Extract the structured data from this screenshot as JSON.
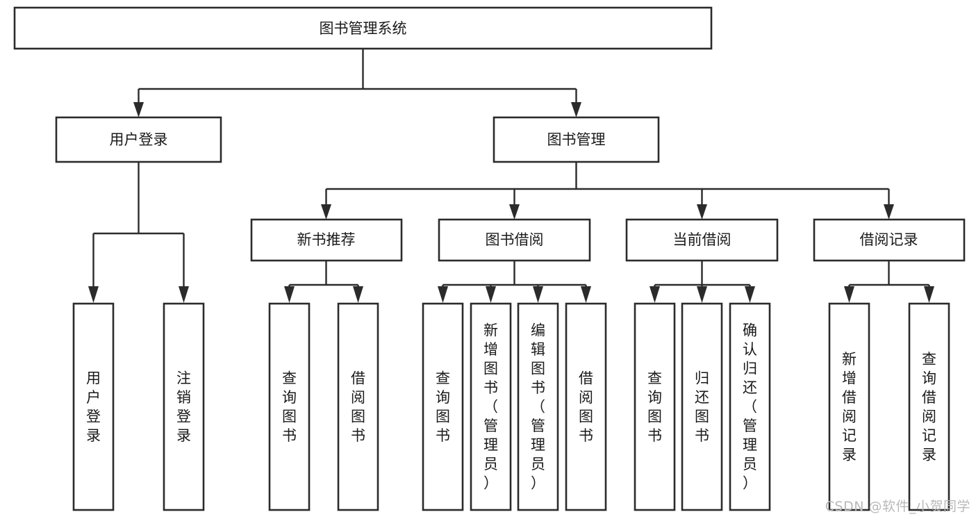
{
  "diagram": {
    "title": "图书管理系统",
    "type": "tree-hierarchy-diagram",
    "colors": {
      "box_fill": "#ffffff",
      "box_stroke": "#2b2b2b",
      "text": "#1a1a1a",
      "background": "#ffffff",
      "watermark": "#b9b9b9"
    },
    "root": {
      "label": "图书管理系统"
    },
    "level2": [
      {
        "label": "用户登录"
      },
      {
        "label": "图书管理"
      }
    ],
    "level3": [
      {
        "label": "新书推荐"
      },
      {
        "label": "图书借阅"
      },
      {
        "label": "当前借阅"
      },
      {
        "label": "借阅记录"
      }
    ],
    "leaves": {
      "user_login": [
        {
          "label": "用户登录"
        },
        {
          "label": "注销登录"
        }
      ],
      "new_book_recommend": [
        {
          "label": "查询图书"
        },
        {
          "label": "借阅图书"
        }
      ],
      "book_borrow": [
        {
          "label": "查询图书"
        },
        {
          "label": "新增图书（管理员）"
        },
        {
          "label": "编辑图书（管理员）"
        },
        {
          "label": "借阅图书"
        }
      ],
      "current_borrow": [
        {
          "label": "查询图书"
        },
        {
          "label": "归还图书"
        },
        {
          "label": "确认归还（管理员）"
        }
      ],
      "borrow_record": [
        {
          "label": "新增借阅记录"
        },
        {
          "label": "查询借阅记录"
        }
      ]
    }
  },
  "watermark": {
    "text": "CSDN @软件_小贺同学"
  }
}
